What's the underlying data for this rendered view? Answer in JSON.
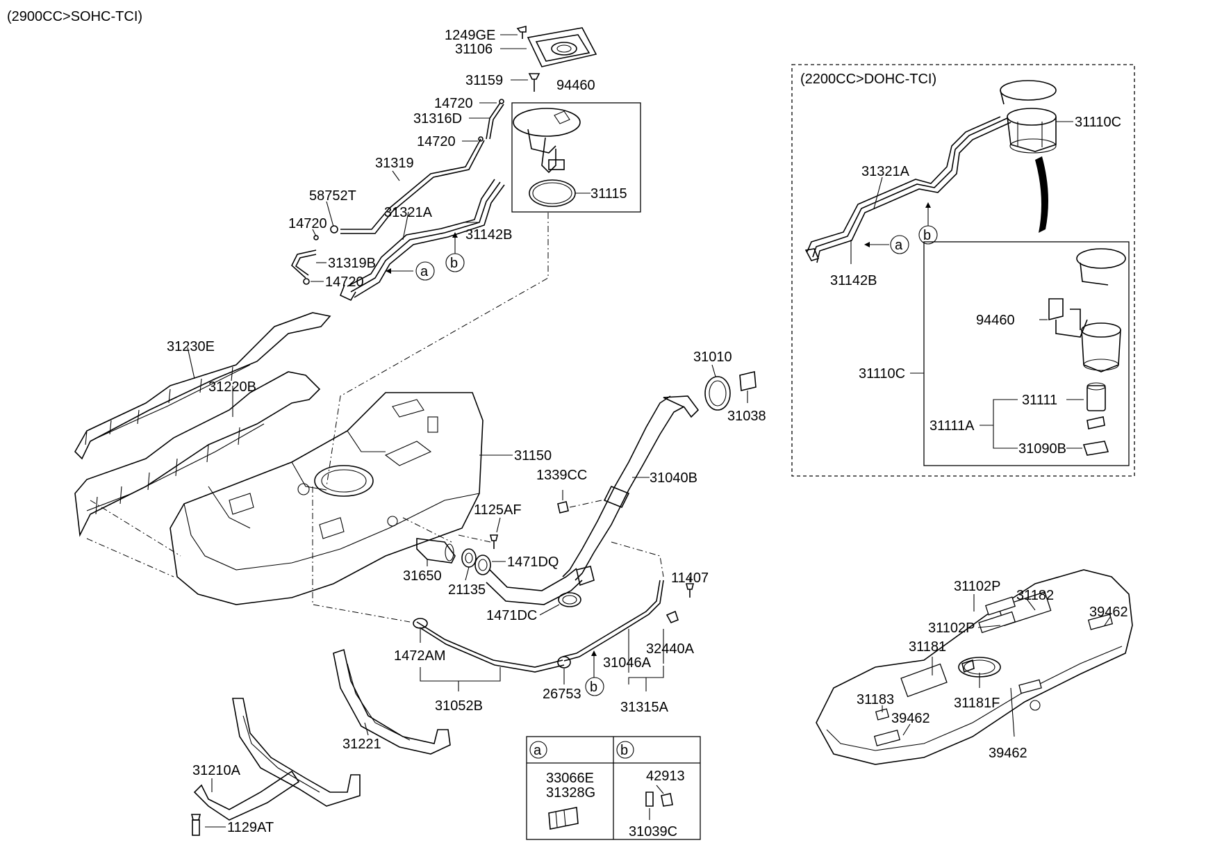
{
  "header": {
    "main_engine": "(2900CC>SOHC-TCI)",
    "inset_engine": "(2200CC>DOHC-TCI)"
  },
  "labels": {
    "p1249GE": "1249GE",
    "p31106": "31106",
    "p31159": "31159",
    "p94460_top": "94460",
    "p14720_a": "14720",
    "p31316D": "31316D",
    "p14720_b": "14720",
    "p31319": "31319",
    "p58752T": "58752T",
    "p14720_c": "14720",
    "p31321A_main": "31321A",
    "p31142B_main": "31142B",
    "p31115": "31115",
    "p31319B": "31319B",
    "p14720_d": "14720",
    "p31230E": "31230E",
    "p31220B": "31220B",
    "p31010": "31010",
    "p31038": "31038",
    "p31150": "31150",
    "p1339CC": "1339CC",
    "p31040B": "31040B",
    "p1125AF": "1125AF",
    "p31650": "31650",
    "p1471DQ": "1471DQ",
    "p21135": "21135",
    "p1471DC": "1471DC",
    "p11407": "11407",
    "p1472AM": "1472AM",
    "p31046A": "31046A",
    "p32440A": "32440A",
    "p26753": "26753",
    "p31052B": "31052B",
    "p31315A": "31315A",
    "p31221": "31221",
    "p31210A": "31210A",
    "p1129AT": "1129AT",
    "p33066E": "33066E",
    "p31328G": "31328G",
    "p42913": "42913",
    "p31039C": "31039C",
    "p31321A_inset": "31321A",
    "p31110C_top": "31110C",
    "p31142B_inset": "31142B",
    "p94460_inset": "94460",
    "p31110C_inset": "31110C",
    "p31111": "31111",
    "p31111A": "31111A",
    "p31090B": "31090B",
    "p31102P_a": "31102P",
    "p31182": "31182",
    "p39462_a": "39462",
    "p31102P_b": "31102P",
    "p31181": "31181",
    "p31183": "31183",
    "p31181F": "31181F",
    "p39462_b": "39462",
    "p39462_c": "39462"
  },
  "callouts": {
    "a": "a",
    "b": "b"
  }
}
